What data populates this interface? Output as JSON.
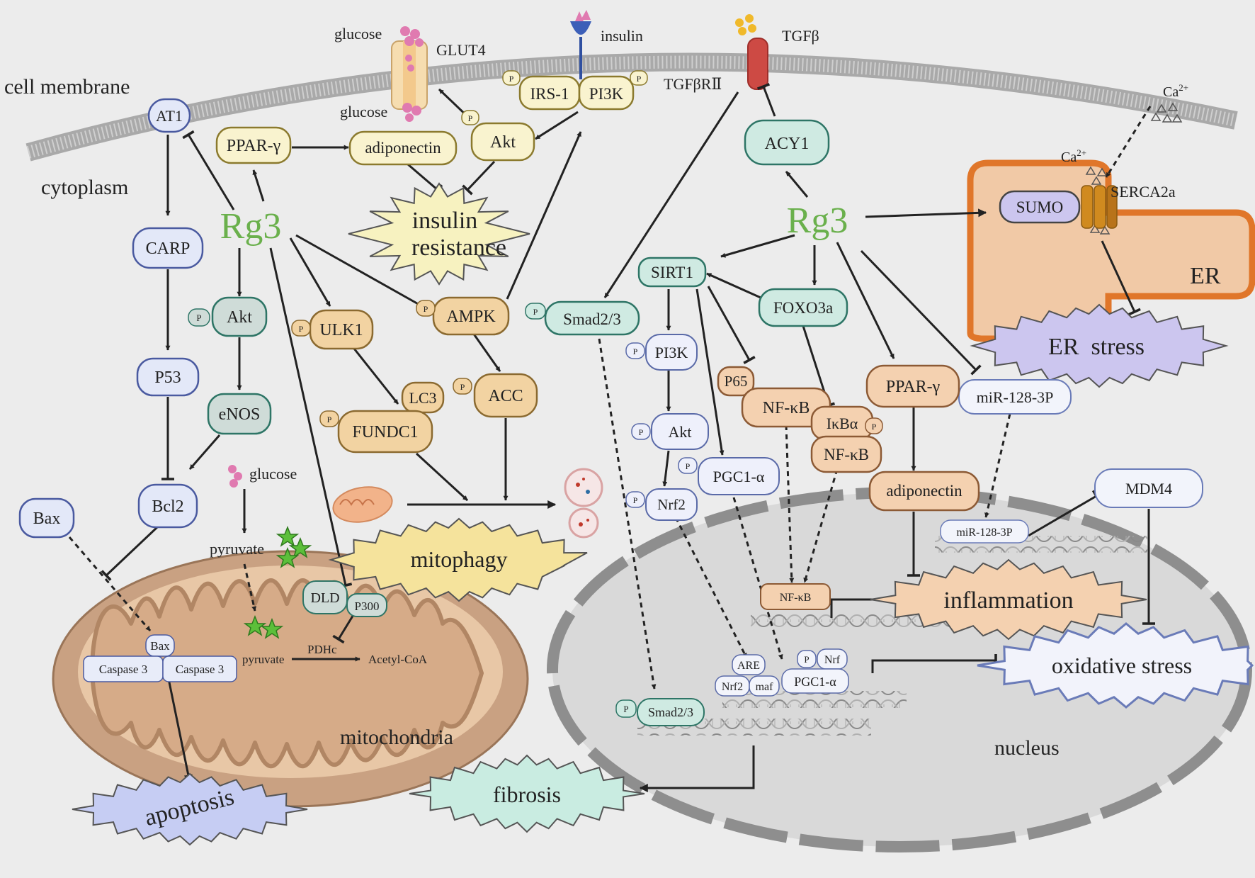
{
  "labels": {
    "cell_membrane": "cell membrane",
    "cytoplasm": "cytoplasm",
    "mitochondria": "mitochondria",
    "nucleus": "nucleus",
    "er": "ER",
    "glucose_top": "glucose",
    "glucose_bottom": "glucose",
    "glucose_mid": "glucose",
    "glut4": "GLUT4",
    "insulin": "insulin",
    "tgfb": "TGFβ",
    "tgfbr2": "TGFβRⅡ",
    "pyruvate_cyto": "pyruvate",
    "pyruvate_mito": "pyruvate",
    "pdhc": "PDHc",
    "acetyl_coa": "Acetyl-CoA",
    "ca_top": "Ca",
    "ca_mid": "Ca",
    "ca_sup": "2+",
    "serca2a": "SERCA2a",
    "p": "P"
  },
  "nodes": {
    "rg3_left": "Rg3",
    "rg3_right": "Rg3",
    "at1": "AT1",
    "carp": "CARP",
    "p53": "P53",
    "bcl2": "Bcl2",
    "bax": "Bax",
    "bax_small": "Bax",
    "caspase3_a": "Caspase 3",
    "caspase3_b": "Caspase 3",
    "akt_left": "Akt",
    "enos": "eNOS",
    "ppar_left": "PPAR-γ",
    "adiponectin_top": "adiponectin",
    "akt_top": "Akt",
    "irs1": "IRS-1",
    "pi3k_top": "PI3K",
    "ulk1": "ULK1",
    "lc3": "LC3",
    "fundc1": "FUNDC1",
    "ampk": "AMPK",
    "acc": "ACC",
    "dld": "DLD",
    "p300": "P300",
    "acy1": "ACY1",
    "sirt1": "SIRT1",
    "foxo3a": "FOXO3a",
    "smad_cyto": "Smad2/3",
    "pi3k_right": "PI3K",
    "akt_right": "Akt",
    "nrf2_cyto": "Nrf2",
    "pgc1a_cyto": "PGC1-α",
    "p65": "P65",
    "nfkb_a": "NF-κB",
    "ikba": "IκBα",
    "nfkb_b": "NF-κB",
    "ppar_right": "PPAR-γ",
    "adiponectin_right": "adiponectin",
    "mir_cyto": "miR-128-3P",
    "mir_nuc": "miR-128-3P",
    "mdm4": "MDM4",
    "sumo": "SUMO",
    "nfkb_nuc": "NF-κB",
    "are": "ARE",
    "nrf2_nuc": "Nrf2",
    "maf": "maf",
    "nrf_nuc": "Nrf",
    "pgc1a_nuc": "PGC1-α",
    "smad_nuc": "Smad2/3"
  },
  "outcomes": {
    "insulin_resistance_1": "insulin",
    "insulin_resistance_2": "resistance",
    "mitophagy": "mitophagy",
    "apoptosis": "apoptosis",
    "fibrosis": "fibrosis",
    "inflammation": "inflammation",
    "oxidative_stress": "oxidative stress",
    "er_stress": "ER  stress"
  },
  "colors": {
    "background": "#ececec",
    "rg3_green": "#6ab04c",
    "blue_fill": "#e3e8f8",
    "blue_stroke": "#4a5aa0",
    "yellow_fill": "#f9f3cf",
    "yellow_stroke": "#8b7a2e",
    "orange_fill": "#f2d3a2",
    "orange_stroke": "#8b6a30",
    "teal_fill": "#cfeae2",
    "teal_stroke": "#2e7566",
    "gray_fill": "#cfdcd8",
    "salmon_fill": "#f4d1b0",
    "salmon_stroke": "#8c5a35",
    "er_orange": "#e0762a",
    "er_fill": "#f1c9a6",
    "mito_outer": "#c9a182",
    "nucleus_fill": "#d9d9d9",
    "lavender": "#ccc6ef"
  }
}
